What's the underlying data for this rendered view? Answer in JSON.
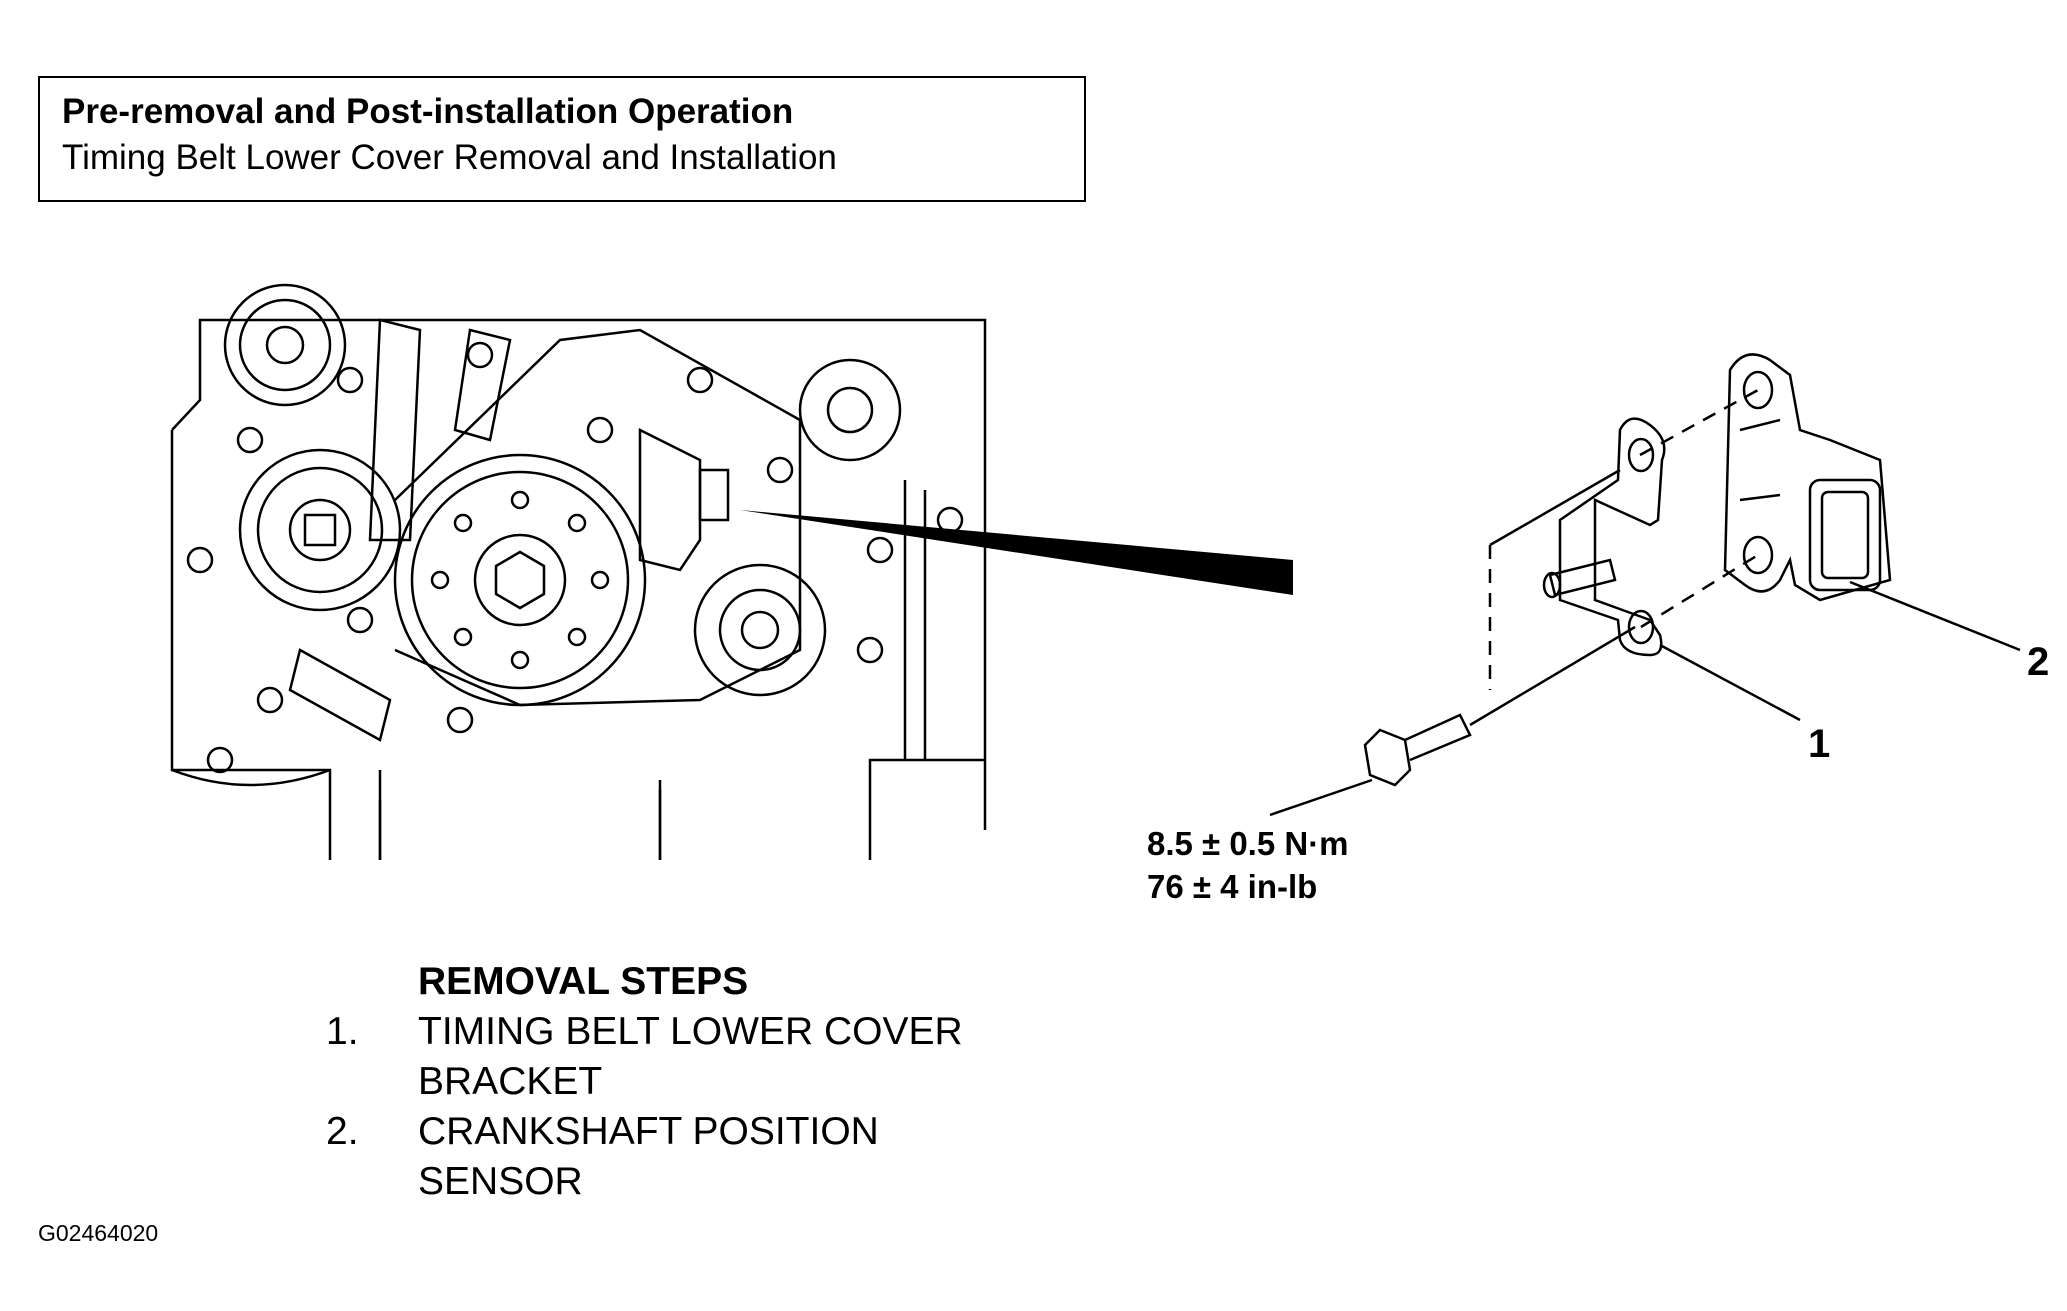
{
  "header": {
    "title": "Pre-removal and Post-installation Operation",
    "subtitle": "Timing Belt Lower Cover Removal and Installation"
  },
  "callouts": {
    "one": "1",
    "two": "2"
  },
  "torque": {
    "metric": "8.5 ± 0.5 N·m",
    "imperial": "76 ± 4 in-lb"
  },
  "removal": {
    "title": "REMOVAL STEPS",
    "steps": [
      {
        "num": "1.",
        "line1": "TIMING BELT LOWER COVER",
        "line2": "BRACKET"
      },
      {
        "num": "2.",
        "line1": "CRANKSHAFT POSITION",
        "line2": "SENSOR"
      }
    ]
  },
  "figure_code": "G02464020"
}
